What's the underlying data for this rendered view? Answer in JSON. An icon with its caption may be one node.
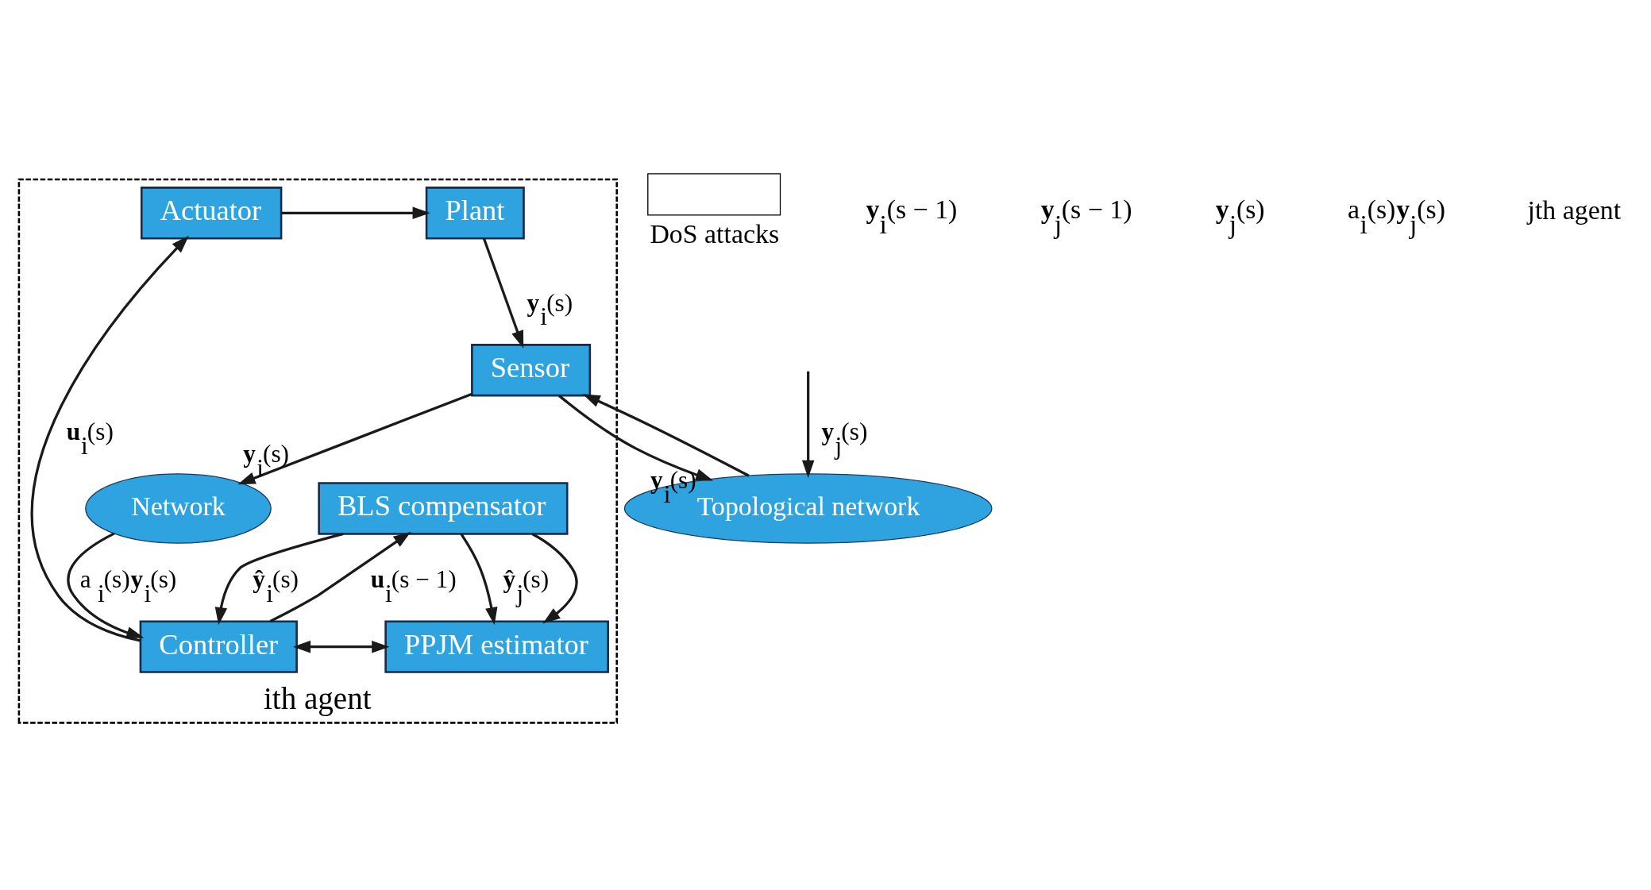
{
  "diagram": {
    "nodes": [
      {
        "text": [
          "ith agent"
        ]
      },
      {
        "text": [
          "Actuator"
        ],
        "in": 0
      },
      {
        "text": [
          "Plant"
        ],
        "in": 0
      },
      {
        "text": [
          "Controller"
        ],
        "in": 0
      },
      {
        "text": [
          "PPJM estimator"
        ],
        "in": 0
      },
      {
        "text": [
          "BLS compensator"
        ],
        "in": 0
      },
      {
        "text": [
          "Sensor"
        ],
        "in": 0
      },
      {
        "text": [
          "Network"
        ],
        "in": 0
      },
      {
        "text": [
          "Topological network"
        ]
      },
      {
        "text": [],
        "shape": "box",
        "beside": [
          "DoS attacks"
        ]
      }
    ],
    "edges": [
      {
        "from": 3,
        "to": 1,
        "arrow": "to",
        "label": "**u**$_{i}$(s)"
      },
      {
        "from": 1,
        "to": 2,
        "arrow": "to"
      },
      {
        "from": 2,
        "to": 6,
        "arrow": "to",
        "label": "**y**$_{i}$(s)"
      },
      {
        "from": 3,
        "to": 4,
        "arrow": "both"
      },
      {
        "from": 5,
        "to": 3,
        "arrow": "to",
        "label": "**ŷ**$_{i}$(s)"
      },
      {
        "from": 5,
        "to": 4,
        "arrow": "to",
        "label": "**ŷ**$_{j}$(s)"
      },
      {
        "from": 3,
        "to": 5,
        "arrow": "to",
        "label": "**u**$_{i}$(s − 1)"
      },
      {
        "from": 5,
        "to": 4,
        "arrow": "to"
      },
      {
        "from": 6,
        "to": 7,
        "arrow": "to",
        "label": "**y**$_{i}$(s)"
      },
      {
        "from": 6,
        "to": 8,
        "arrow": "to",
        "label": "**y**$_{i}$(s)"
      },
      {
        "from": 8,
        "to": 6,
        "arrow": "to"
      },
      {
        "from": null,
        "to": 8,
        "arrow": "to",
        "label": "**y**$_{j}$(s)"
      },
      {
        "from": 7,
        "to": 3,
        "arrow": "to",
        "label": "a$_{i}$(s)**y**$_{i}$(s)"
      }
    ],
    "labels": [
      "**y**$_{i}$(s − 1)",
      "**y**$_{j}$(s − 1)",
      "**y**$_{j}$(s)",
      "a$_{i}$(s)**y**$_{j}$(s)",
      "jth agent"
    ]
  }
}
